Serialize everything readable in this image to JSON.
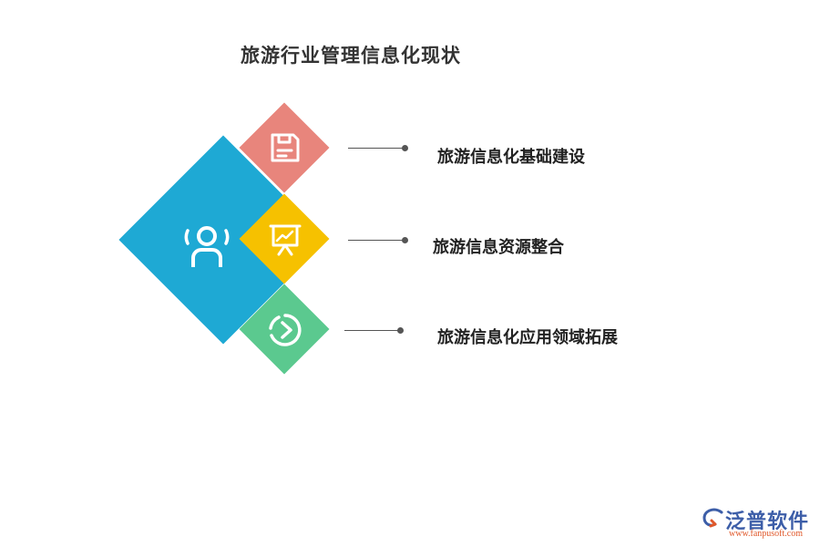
{
  "title": "旅游行业管理信息化现状",
  "items": [
    {
      "label": "旅游信息化基础建设",
      "icon": "save-document-icon",
      "color": "#e8857c"
    },
    {
      "label": "旅游信息资源整合",
      "icon": "presentation-chart-icon",
      "color": "#f6c100"
    },
    {
      "label": "旅游信息化应用领域拓展",
      "icon": "pie-chart-icon",
      "color": "#5bc98f"
    }
  ],
  "center": {
    "icon": "user-icon",
    "color": "#1ea9d4"
  },
  "watermark": {
    "brand": "泛普软件",
    "url": "www.fanpusoft.com"
  }
}
